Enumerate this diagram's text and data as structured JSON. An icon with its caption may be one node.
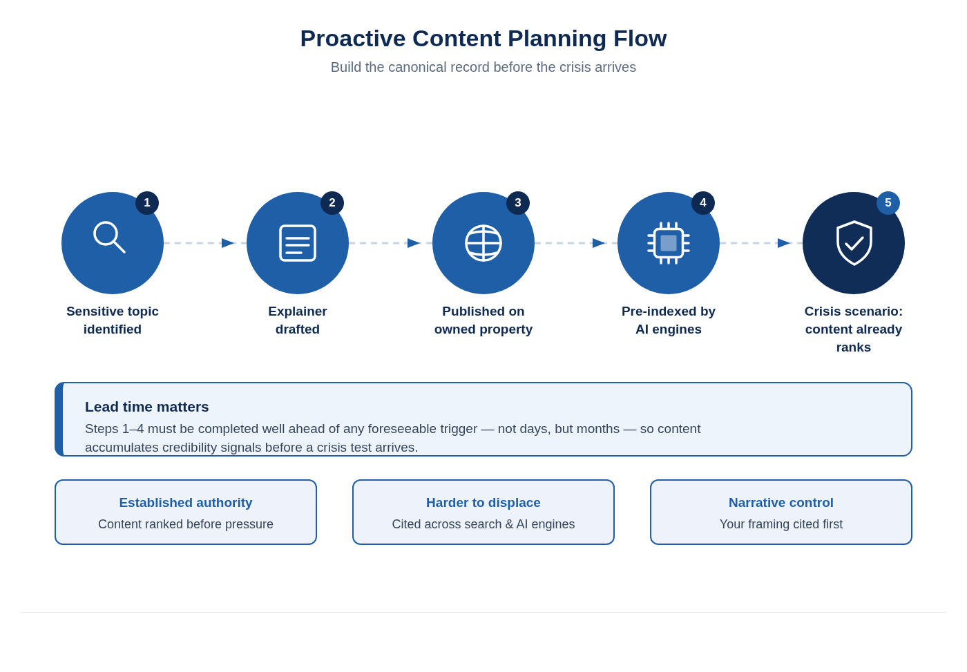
{
  "diagram": {
    "title": "Proactive Content Planning Flow",
    "nodes": [
      {
        "text": [
          "1",
          "Sensitive topic identified"
        ]
      },
      {
        "text": [
          "2",
          "Explainer drafted"
        ]
      },
      {
        "text": [
          "3",
          "Published on owned property"
        ]
      },
      {
        "text": [
          "4",
          "Pre-indexed by AI engines"
        ]
      },
      {
        "text": [
          "5",
          "Crisis scenario: content already ranks"
        ]
      },
      {
        "text": [
          "Lead time matters",
          "Steps 1–4 must be completed well ahead of any foreseeable trigger — not days, but months — so content accumulates credibility signals before a crisis test arrives."
        ]
      },
      {
        "text": [
          "Established authority",
          "Content ranked before pressure"
        ]
      },
      {
        "text": [
          "Harder to displace",
          "Cited across search & AI engines"
        ]
      },
      {
        "text": [
          "Narrative control",
          "Your framing cited first"
        ]
      }
    ],
    "edges": [
      {
        "from": 0,
        "to": 1,
        "arrow": "to",
        "style": "dashed"
      },
      {
        "from": 1,
        "to": 2,
        "arrow": "to",
        "style": "dashed"
      },
      {
        "from": 2,
        "to": 3,
        "arrow": "to",
        "style": "dashed"
      },
      {
        "from": 3,
        "to": 4,
        "arrow": "to",
        "style": "dashed"
      }
    ],
    "labels": [
      "Build the canonical record before the crisis arrives"
    ]
  }
}
